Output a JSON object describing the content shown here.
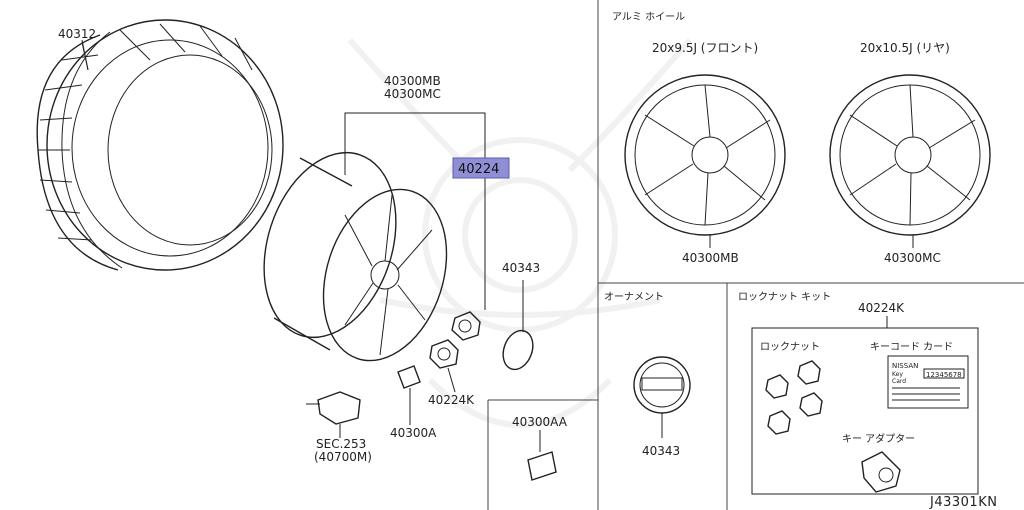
{
  "diagram": {
    "left": {
      "tire_part": "40312",
      "wheel_part_a": "40300MB",
      "wheel_part_b": "40300MC",
      "highlighted_part": "40224",
      "ornament_part": "40343",
      "nut_part": "40224K",
      "valve_part": "40300A",
      "sensor_sec": "SEC.253",
      "sensor_sub": "(40700M)"
    },
    "alumi_wheel": {
      "title": "アルミ ホイール",
      "front_size": "20x9.5J (フロント)",
      "rear_size": "20x10.5J (リヤ)",
      "front_part": "40300MB",
      "rear_part": "40300MC"
    },
    "ornament_box": {
      "title": "オーナメント",
      "part": "40343"
    },
    "weight_box": {
      "part": "40300AA"
    },
    "lock_nut_kit": {
      "title": "ロックナット キット",
      "part": "40224K",
      "lock_nut_label": "ロックナット",
      "key_code_card_label": "キーコード カード",
      "adapter_label": "キー アダプター",
      "card_brand": "NISSAN",
      "card_line1": "Key",
      "card_line2": "Card",
      "card_number": "12345678"
    },
    "diagram_code": "J43301KN"
  }
}
